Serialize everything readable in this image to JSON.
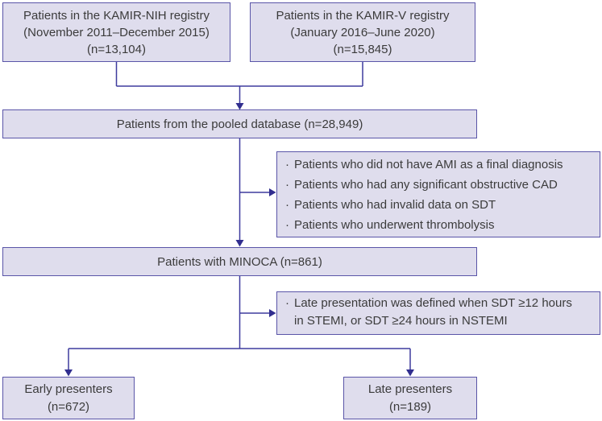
{
  "colors": {
    "box_fill": "#dfdded",
    "box_border": "#5a55a8",
    "line": "#3e3b9e",
    "arrow": "#312e8f",
    "text_color": "#3b3b3b",
    "bg": "#ffffff"
  },
  "flowchart": {
    "kamir_nih": {
      "line1": "Patients in the KAMIR-NIH registry",
      "line2": "(November 2011–December 2015)",
      "line3": "(n=13,104)"
    },
    "kamir_v": {
      "line1": "Patients in the KAMIR-V registry",
      "line2": "(January 2016–June 2020)",
      "line3": "(n=15,845)"
    },
    "pooled": {
      "label": "Patients from the pooled database (n=28,949)"
    },
    "exclusions": {
      "bullet": "·",
      "items": [
        "Patients who did not have AMI as a final diagnosis",
        "Patients who had any significant obstructive CAD",
        "Patients who had invalid data on SDT",
        "Patients who underwent thrombolysis"
      ]
    },
    "minoca": {
      "label": "Patients with MINOCA (n=861)"
    },
    "late_definition": {
      "bullet": "·",
      "line1": "Late presentation was defined when SDT ≥12 hours",
      "line2": "in STEMI, or SDT ≥24 hours in NSTEMI"
    },
    "early_presenters": {
      "line1": "Early presenters",
      "line2": "(n=672)"
    },
    "late_presenters": {
      "line1": "Late presenters",
      "line2": "(n=189)"
    }
  }
}
